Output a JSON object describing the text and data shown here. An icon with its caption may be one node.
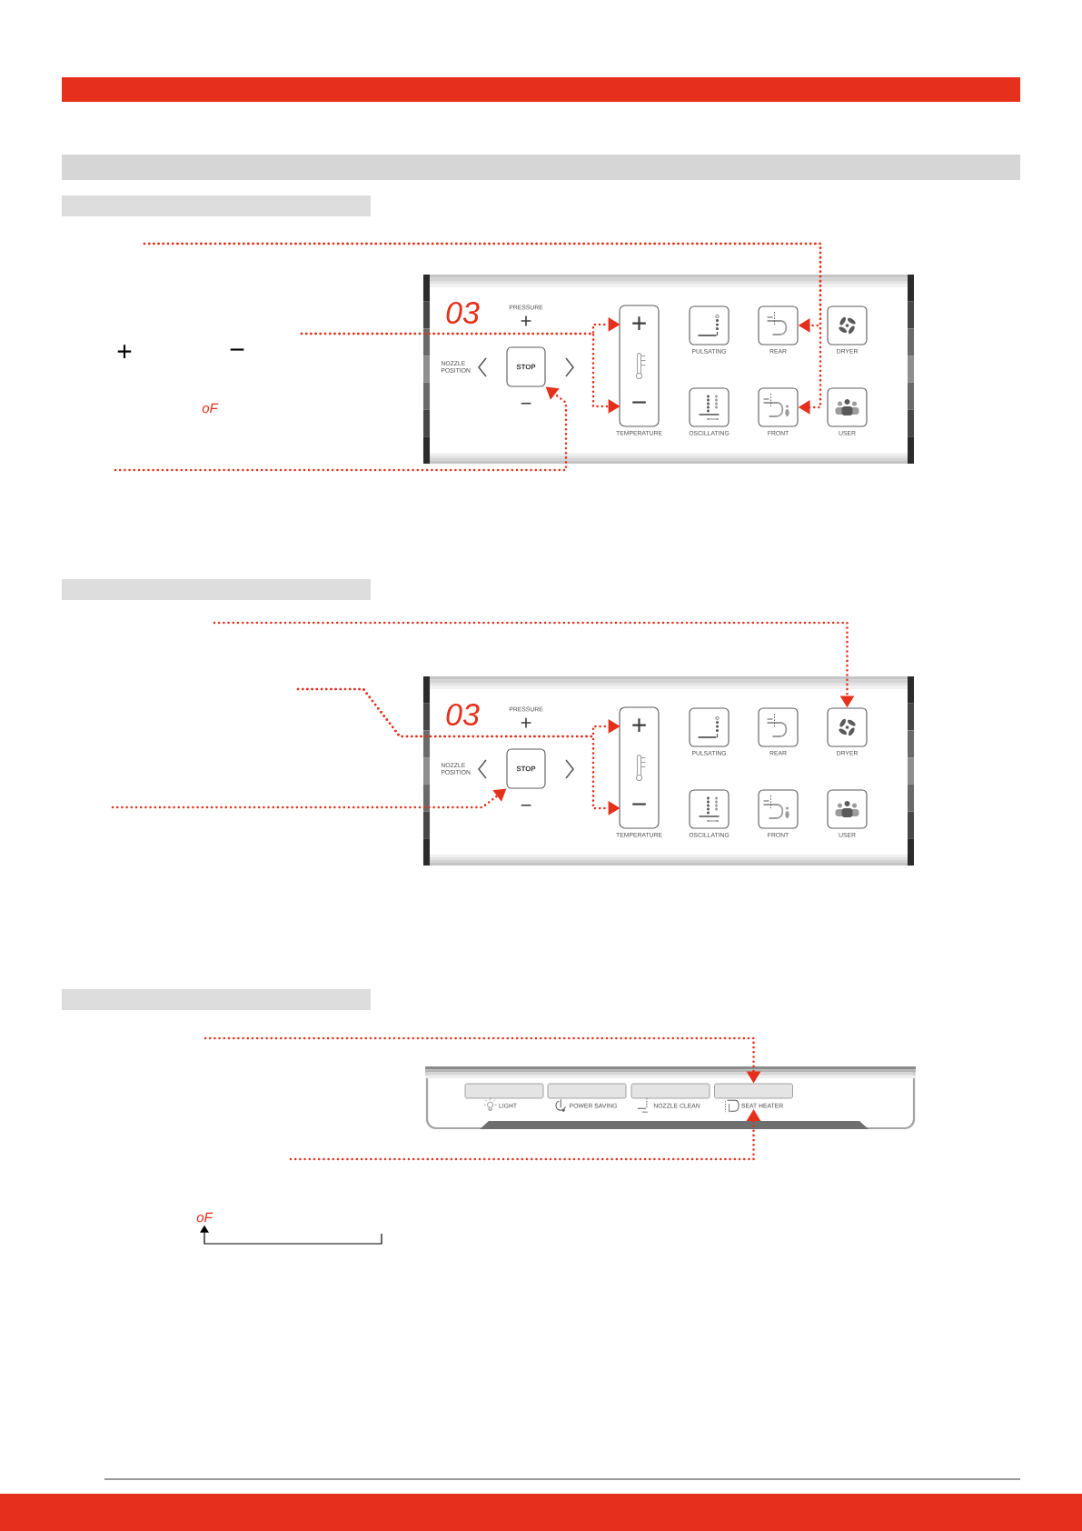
{
  "diagram": {
    "nodes": [
      {
        "text": [],
        "shape": "bar"
      },
      {
        "text": [],
        "shape": "bar"
      },
      {
        "text": [
          "03",
          "PRESSURE",
          "+",
          "NOZZLE POSITION",
          "−"
        ]
      },
      {
        "text": [
          "STOP"
        ],
        "in": 2
      },
      {
        "text": [
          "TEMPERATURE"
        ],
        "in": 2
      },
      {
        "text": [
          "+"
        ],
        "in": 4
      },
      {
        "text": [
          "−"
        ],
        "in": 4
      },
      {
        "text": [
          "PULSATING"
        ],
        "in": 2
      },
      {
        "text": [
          "REAR"
        ],
        "in": 2
      },
      {
        "text": [
          "DRYER"
        ],
        "in": 2
      },
      {
        "text": [
          "OSCILLATING"
        ],
        "in": 2
      },
      {
        "text": [
          "FRONT"
        ],
        "in": 2
      },
      {
        "text": [
          "USER"
        ],
        "in": 2
      },
      {
        "text": [],
        "shape": "bar"
      },
      {
        "text": [
          "03",
          "PRESSURE",
          "+",
          "NOZZLE POSITION",
          "−"
        ]
      },
      {
        "text": [
          "STOP"
        ],
        "in": 14
      },
      {
        "text": [
          "TEMPERATURE"
        ],
        "in": 14
      },
      {
        "text": [
          "+"
        ],
        "in": 16
      },
      {
        "text": [
          "−"
        ],
        "in": 16
      },
      {
        "text": [
          "PULSATING"
        ],
        "in": 14
      },
      {
        "text": [
          "REAR"
        ],
        "in": 14
      },
      {
        "text": [
          "DRYER"
        ],
        "in": 14
      },
      {
        "text": [
          "OSCILLATING"
        ],
        "in": 14
      },
      {
        "text": [
          "FRONT"
        ],
        "in": 14
      },
      {
        "text": [
          "USER"
        ],
        "in": 14
      },
      {
        "text": [],
        "shape": "bar"
      },
      {
        "text": [],
        "shape": "box"
      },
      {
        "text": [
          "LIGHT"
        ],
        "in": 26
      },
      {
        "text": [
          "POWER SAVING"
        ],
        "in": 26
      },
      {
        "text": [
          "NOZZLE CLEAN"
        ],
        "in": 26
      },
      {
        "text": [
          "SEAT HEATER"
        ],
        "in": 26
      },
      {
        "text": [
          "oF"
        ]
      }
    ],
    "edges": [
      {
        "from": null,
        "to": 8,
        "arrow": "to",
        "style": "dashed"
      },
      {
        "from": null,
        "to": 11,
        "arrow": "to",
        "style": "dashed"
      },
      {
        "from": null,
        "to": 5,
        "arrow": "to",
        "style": "dashed"
      },
      {
        "from": null,
        "to": 6,
        "arrow": "to",
        "style": "dashed"
      },
      {
        "from": null,
        "to": 3,
        "arrow": "to",
        "style": "dashed"
      },
      {
        "from": null,
        "to": 21,
        "arrow": "to",
        "style": "dashed"
      },
      {
        "from": null,
        "to": 17,
        "arrow": "to",
        "style": "dashed"
      },
      {
        "from": null,
        "to": 18,
        "arrow": "to",
        "style": "dashed"
      },
      {
        "from": null,
        "to": 15,
        "arrow": "to",
        "style": "dashed"
      },
      {
        "from": null,
        "to": 30,
        "arrow": "to",
        "style": "dashed"
      },
      {
        "from": null,
        "to": 30,
        "arrow": "to",
        "style": "dashed"
      },
      {
        "from": null,
        "to": 31,
        "arrow": "to",
        "color": "#000000"
      }
    ],
    "labels": [
      "+",
      "−",
      "oF"
    ]
  }
}
